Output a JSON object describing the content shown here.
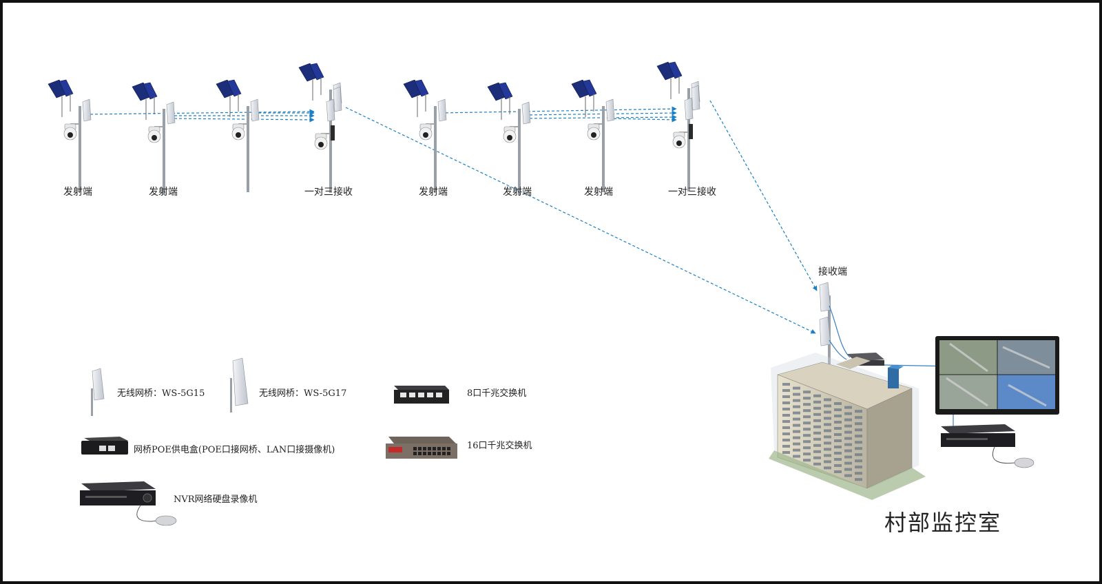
{
  "diagram": {
    "colors": {
      "link": "#1b7fc4",
      "border": "#111111",
      "bridge": "#d9dde4",
      "solar": "#1c2d7a",
      "pole": "#9aa0a8"
    },
    "towers": [
      {
        "label": "发射端"
      },
      {
        "label": "发射端"
      },
      {
        "label": ""
      },
      {
        "label": "一对三接收"
      },
      {
        "label": "发射端"
      },
      {
        "label": "发射端"
      },
      {
        "label": "发射端"
      },
      {
        "label": "一对三接收"
      }
    ],
    "receiver_label": "接收端",
    "control_room_title": "村部监控室",
    "legend": [
      {
        "icon": "bridge-ws5g15-icon",
        "label": "无线网桥：WS-5G15"
      },
      {
        "icon": "bridge-ws5g17-icon",
        "label": "无线网桥：WS-5G17"
      },
      {
        "icon": "switch-8-port-icon",
        "label": "8口千兆交换机"
      },
      {
        "icon": "poe-box-icon",
        "label": "网桥POE供电盒(POE口接网桥、LAN口接摄像机)"
      },
      {
        "icon": "switch-16-port-icon",
        "label": "16口千兆交换机"
      },
      {
        "icon": "nvr-icon",
        "label": "NVR网络硬盘录像机"
      }
    ]
  }
}
